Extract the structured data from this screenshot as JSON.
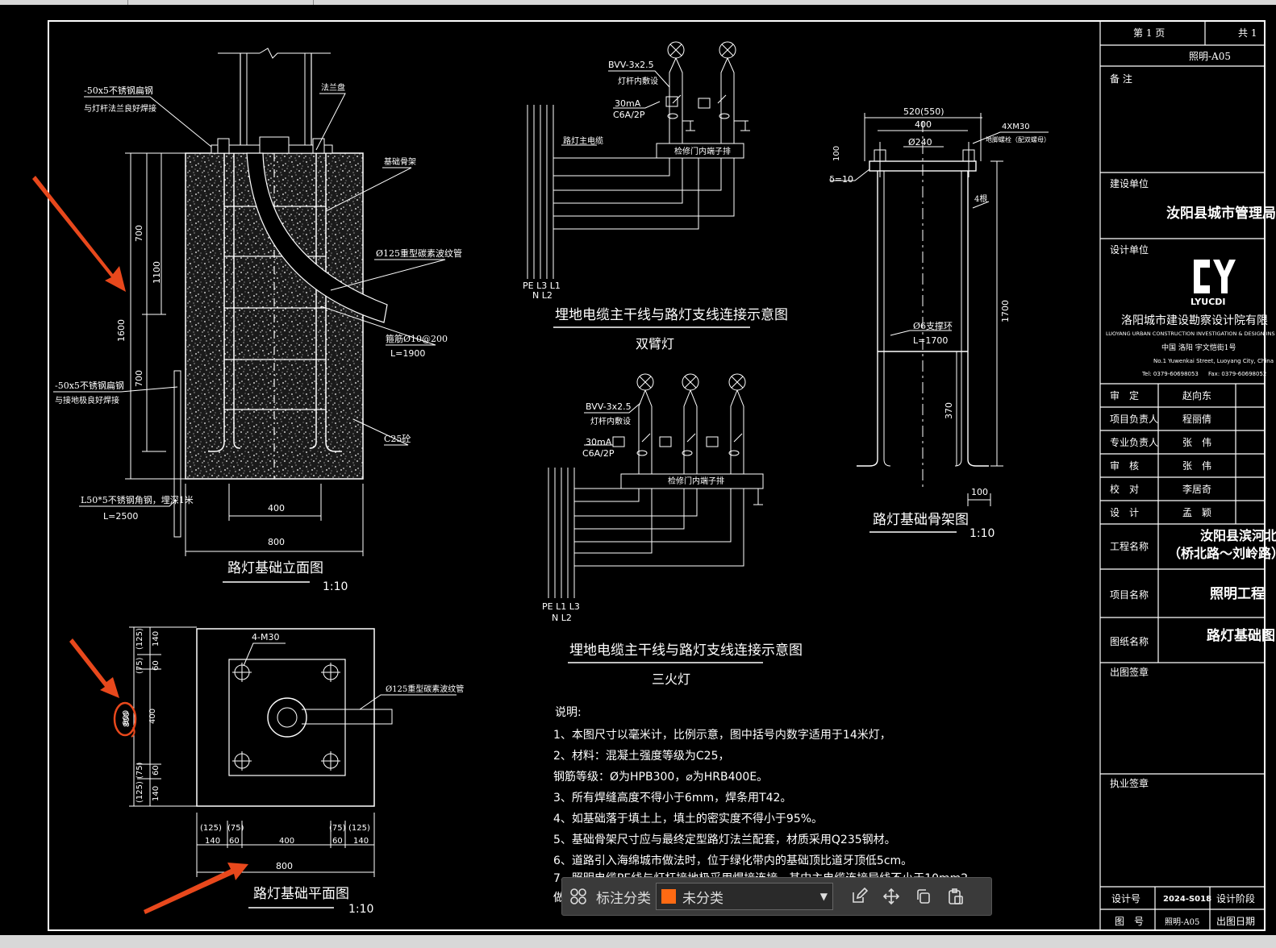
{
  "title_block": {
    "page_label": "第 1 页",
    "total_label": "共 1",
    "drawing_code": "照明-A05",
    "remarks_label": "备 注",
    "client_label": "建设单位",
    "client_name": "汝阳县城市管理局",
    "designer_label": "设计单位",
    "logo_text": "LYUCDI",
    "company_cn": "洛阳城市建设勘察设计院有限",
    "company_en": "LUOYANG URBAN CONSTRUCTION INVESTIGATION & DESIGN INS",
    "company_addr1": "中国 洛阳 宇文恺街1号",
    "company_addr2": "No.1 Yuwenkai Street, Luoyang City, China",
    "company_tel": "Tel: 0379-60698053",
    "company_fax": "Fax: 0379-60698052",
    "roles": [
      {
        "role": "审　定",
        "name": "赵向东"
      },
      {
        "role": "项目负责人",
        "name": "程丽倩"
      },
      {
        "role": "专业负责人",
        "name": "张　伟"
      },
      {
        "role": "审　核",
        "name": "张　伟"
      },
      {
        "role": "校　对",
        "name": "李居奇"
      },
      {
        "role": "设　计",
        "name": "孟　颖"
      }
    ],
    "project_label": "工程名称",
    "project_name_1": "汝阳县滨河北路",
    "project_name_2": "（桥北路～刘岭路）改",
    "item_label": "项目名称",
    "item_name": "照明工程",
    "drawing_label": "图纸名称",
    "drawing_name": "路灯基础图",
    "issue_sign_label": "出图签章",
    "license_sign_label": "执业签章",
    "design_no_label": "设计号",
    "design_no": "2024-S018",
    "stage_label": "设计阶段",
    "figure_no_label": "图　号",
    "figure_no": "照明-A05",
    "issue_date_label": "出图日期"
  },
  "elevation": {
    "title": "路灯基础立面图",
    "scale": "1:10",
    "note_flat_steel": "-50x5不锈钢扁钢",
    "note_flat_steel_2": "与灯杆法兰良好焊接",
    "note_flange": "法兰盘",
    "note_cage": "基础骨架",
    "note_pipe": "Ø125重型碳素波纹管",
    "note_stirrup": "箍筋Ø10@200",
    "note_stirrup_len": "L=1900",
    "note_ground_steel": "-50x5不锈钢扁钢",
    "note_ground_steel_2": "与接地极良好焊接",
    "note_concrete": "C25砼",
    "note_angle": "L50*5不锈钢角钢，埋深1米",
    "note_angle_len": "L=2500",
    "dim_700a": "700",
    "dim_1100": "1100",
    "dim_1600": "1600",
    "dim_700b": "700",
    "dim_400": "400",
    "dim_800": "800"
  },
  "plan": {
    "title": "路灯基础平面图",
    "scale": "1:10",
    "note_bolts": "4-M30",
    "note_pipe": "Ø125重型碳素波纹管",
    "dim_125a": "(125)",
    "dim_140a": "140",
    "dim_75a": "(75)",
    "dim_60a": "60",
    "dim_400v": "400",
    "dim_800v": "800",
    "dim_75b": "(75)",
    "dim_60b": "60",
    "dim_125b": "(125)",
    "dim_140b": "140",
    "hdims": [
      "(125)",
      "(75)",
      "(75)",
      "(125)"
    ],
    "hdims2": [
      "140",
      "60",
      "400",
      "60",
      "140"
    ],
    "dim_800h": "800"
  },
  "wiring_double": {
    "cable_label": "BVV-3x2.5",
    "cable_note": "灯杆内敷设",
    "breaker": "30mA",
    "breaker2": "C6A/2P",
    "main_cable": "路灯主电缆",
    "terminal": "检修门内端子排",
    "phases_1": "PE L3 L1",
    "phases_2": "N  L2",
    "title": "埋地电缆主干线与路灯支线连接示意图",
    "subtitle": "双臂灯"
  },
  "wiring_triple": {
    "cable_label": "BVV-3x2.5",
    "cable_note": "灯杆内敷设",
    "breaker": "30mA",
    "breaker2": "C6A/2P",
    "terminal": "检修门内端子排",
    "phases_1": "PE L1 L3",
    "phases_2": "N  L2",
    "title": "埋地电缆主干线与路灯支线连接示意图",
    "subtitle": "三火灯"
  },
  "cage": {
    "title": "路灯基础骨架图",
    "scale": "1:10",
    "dim_520": "520(550)",
    "dim_400": "400",
    "dim_240": "Ø240",
    "dim_100": "100",
    "delta": "δ=10",
    "bolt_note": "4XM30",
    "bolt_note2": "地脚螺栓（配双螺母）",
    "four_rods": "4根",
    "ring_note": "Ø6支撑环",
    "ring_len": "L=1700",
    "dim_1700": "1700",
    "dim_370": "370",
    "dim_100b": "100"
  },
  "notes": {
    "heading": "说明:",
    "lines": [
      "1、本图尺寸以毫米计，比例示意，图中括号内数字适用于14米灯，",
      "2、材料：混凝土强度等级为C25，",
      "钢筋等级：Ø为HPB300，⌀为HRB400E。",
      "3、所有焊缝高度不得小于6mm，焊条用T42。",
      "4、如基础落于填土上，填土的密实度不得小于95%。",
      "5、基础骨架尺寸应与最终定型路灯法兰配套，材质采用Q235钢材。",
      "6、道路引入海绵城市做法时，位于绿化带内的基础顶比道牙顶低5cm。",
      "7、照明电缆PE线与灯杆接地极采用焊接连接，其中主电缆连接导线不小于10mm2"
    ],
    "overflow": "做"
  },
  "annotation": {
    "circled_value": "800"
  },
  "toolbar": {
    "label": "标注分类",
    "selected": "未分类",
    "category_color": "#ff6a13"
  }
}
